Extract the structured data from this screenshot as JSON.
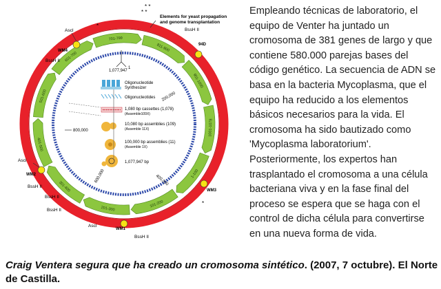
{
  "figure": {
    "top_label_1": "Elements for yeast propagation",
    "top_label_2": "and genome transplantation",
    "center_coord": "1,077,947",
    "center_mark": "1",
    "mark_200k": "200,000",
    "mark_400k": "400,000",
    "mark_600k": "600,000",
    "mark_800k": "800,000",
    "sites": {
      "ascI": "AscI",
      "bsshII": "BssH II",
      "wm1": "WM1",
      "wm2": "WM2",
      "wm3": "WM3",
      "wm4": "WM4",
      "d94": "94D"
    },
    "cassette_labels": [
      "701-799",
      "811-900",
      "901-1000",
      "1001-1078",
      "1-100",
      "101-200",
      "201-300",
      "301-400",
      "401-500",
      "501-600",
      "601-700"
    ],
    "legend": [
      {
        "main": "Oligonucleotide",
        "sub": "Synthesizer"
      },
      {
        "main": "Oligonucleotides",
        "sub": ""
      },
      {
        "main": "1,080 bp cassettes (1,078)",
        "sub": "(Assemble109X)"
      },
      {
        "main": "10,080 bp assemblies (109)",
        "sub": "(Assemble 11X)"
      },
      {
        "main": "100,000 bp assemblies (11)",
        "sub": "(Assemble 1X)"
      },
      {
        "main": "1,077,947 bp",
        "sub": ""
      }
    ],
    "colors": {
      "outer_ring": "#e8212a",
      "arrows": "#8cc63f",
      "arrow_edge": "#4f8a1e",
      "inner_ring": "#2a46a8",
      "markers": "#f7e214",
      "yeast": "#f0b63c"
    }
  },
  "article": {
    "body": "Empleando técnicas de laboratorio, el equipo de Venter ha juntado un cromosoma de 381 genes de largo y que contiene 580.000 parejas bases del código genético. La secuencia de ADN se basa en la bacteria Mycoplasma, que el equipo ha reducido a los elementos básicos necesarios para la vida. El cromosoma ha sido bautizado como 'Mycoplasma laboratorium'. Posteriormente, los expertos han trasplantado el cromosoma a una célula bacteriana viva y en la fase final del proceso se espera que se haga con el control de dicha célula para convertirse en una nueva forma de vida.",
    "caption_citation": "Craig Ventera segura que ha creado un cromosoma sintético",
    "caption_rest": ". (2007, 7 octubre). El Norte de Castilla."
  }
}
